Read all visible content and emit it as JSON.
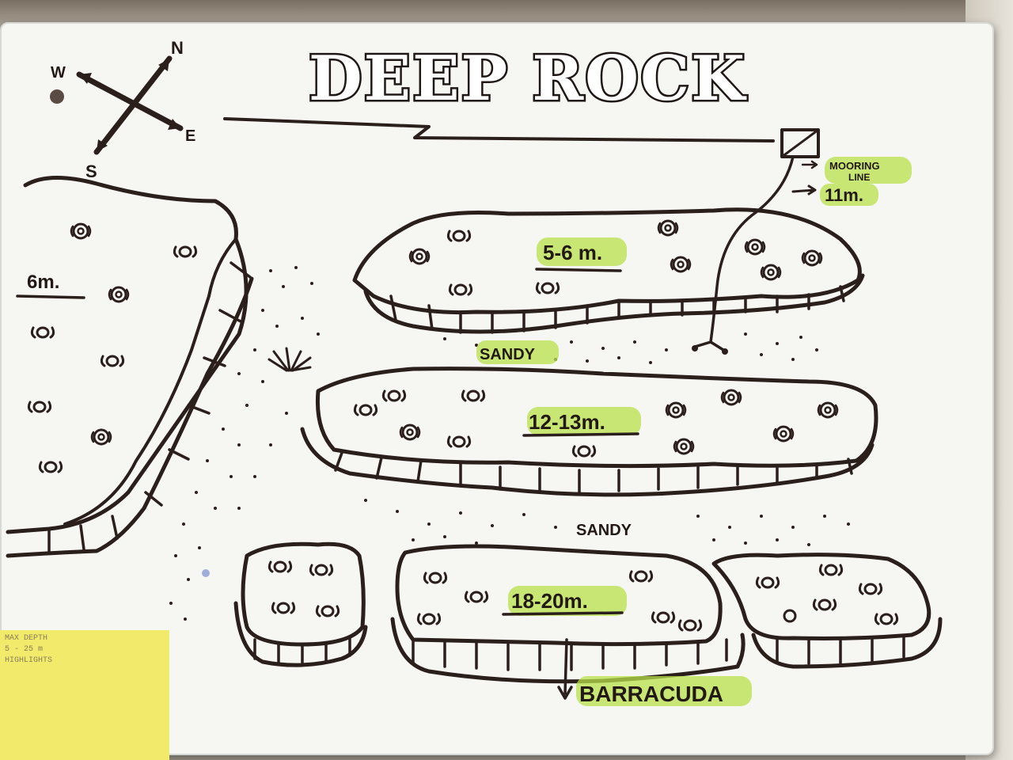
{
  "map": {
    "title": "DEEP ROCK",
    "compass": {
      "north": "N",
      "south": "S",
      "east": "E",
      "west": "W"
    },
    "mooring": {
      "label_line1": "MOORING",
      "label_line2": "LINE",
      "depth": "11m."
    },
    "zones": [
      {
        "id": "west-wall",
        "depth": "6m."
      },
      {
        "id": "upper-reef",
        "depth": "5-6 m."
      },
      {
        "id": "middle-reef",
        "depth": "12-13m."
      },
      {
        "id": "lower-reef",
        "depth": "18-20m."
      }
    ],
    "sand_labels": [
      "SANDY",
      "SANDY"
    ],
    "exit_label": "BARRACUDA",
    "highlight_color": "#b8e04a",
    "ink_color": "#2b1f1c"
  },
  "sticker": {
    "lines": [
      "MAX DEPTH",
      "5 - 25 m",
      "HIGHLIGHTS"
    ]
  }
}
